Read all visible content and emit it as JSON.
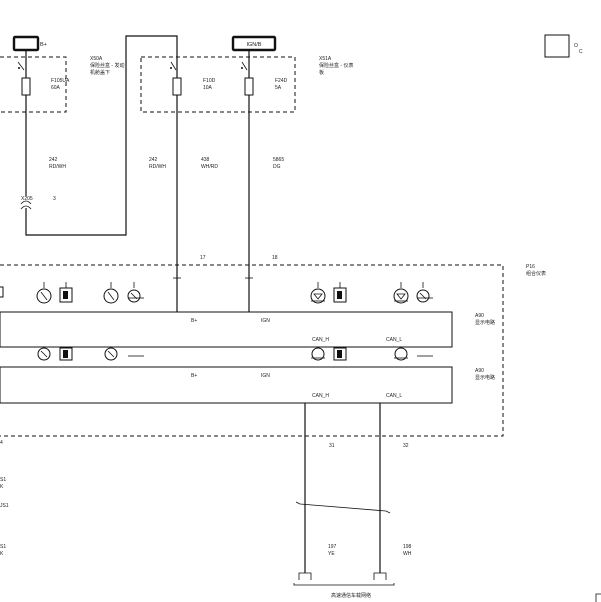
{
  "power_sources": {
    "bplus": "B+",
    "ign": "IGN/B"
  },
  "fuse_blocks": {
    "x50a": {
      "id": "X50A",
      "desc1": "保险丝盒 - 发动",
      "desc2": "机舱盖下"
    },
    "x51a": {
      "id": "X51A",
      "desc1": "保险丝盒 - 仪表",
      "desc2": "板"
    }
  },
  "fuses": {
    "f105ua": {
      "id": "F105UA",
      "rating": "60A"
    },
    "f10d": {
      "id": "F10D",
      "rating": "10A"
    },
    "f24d": {
      "id": "F24D",
      "rating": "5A"
    }
  },
  "wires": {
    "w242a": {
      "num": "242",
      "color": "RD/WH"
    },
    "w242b": {
      "num": "242",
      "color": "RD/WH"
    },
    "w438": {
      "num": "438",
      "color": "WH/RD"
    },
    "w5865": {
      "num": "5865",
      "color": "DG"
    },
    "w197": {
      "num": "197",
      "color": "YE"
    },
    "w198": {
      "num": "198",
      "color": "WH"
    }
  },
  "connector": {
    "id": "X205",
    "pin": "3"
  },
  "pins": {
    "p17": "17",
    "p18": "18",
    "p31": "31",
    "p32": "32"
  },
  "module": {
    "id": "P16",
    "desc": "组合仪表"
  },
  "boards": {
    "a90a": {
      "id": "A90",
      "desc": "显示电路",
      "bplus": "B+",
      "ign": "IGN",
      "canh": "CAN_H",
      "canl": "CAN_L"
    },
    "a90b": {
      "id": "A90",
      "desc": "显示电路",
      "bplus": "B+",
      "ign": "IGN",
      "canh": "CAN_H",
      "canl": "CAN_L"
    }
  },
  "ground_label": "高速通信车载网络",
  "left_fragments": [
    "4",
    "S1",
    "K",
    "JS1",
    "S1",
    "K"
  ],
  "legend": {
    "o": "O",
    "c": "C"
  },
  "colors": {
    "line": "#111111",
    "background": "#ffffff"
  }
}
